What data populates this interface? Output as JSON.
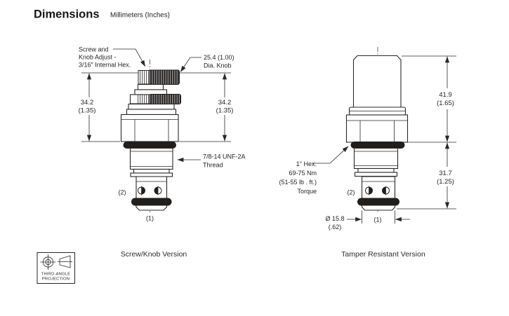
{
  "header": {
    "title": "Dimensions",
    "subtitle": "Millimeters (Inches)"
  },
  "left": {
    "caption": "Screw/Knob Version",
    "adjust1": "Screw and",
    "adjust2": "Knob Adjust -",
    "adjust3": "3/16\" Internal Hex.",
    "knob1": "25.4 (1.00)",
    "knob2": "Dia. Knob",
    "thread1": "7/8-14 UNF-2A",
    "thread2": "Thread",
    "dimL_mm": "34.2",
    "dimL_in": "(1.35)",
    "dimR_mm": "34.2",
    "dimR_in": "(1.35)",
    "port2": "(2)",
    "port1": "(1)"
  },
  "right": {
    "caption": "Tamper Resistant Version",
    "hex1": "1\" Hex.",
    "hex2": "69-75 Nm",
    "hex3": "(51-55 lb . ft.)",
    "hex4": "Torque",
    "dimU_mm": "41.9",
    "dimU_in": "(1.65)",
    "dimLow_mm": "31.7",
    "dimLow_in": "(1.25)",
    "dia1": "Ø 15.8",
    "dia2": "(.62)",
    "port2": "(2)",
    "port1": "(1)"
  },
  "projection": {
    "line1": "THIRD-ANGLE",
    "line2": "PROJECTION"
  },
  "colors": {
    "line": "#2b2826",
    "text": "#231f20",
    "dark_fill": "#211e1c"
  }
}
